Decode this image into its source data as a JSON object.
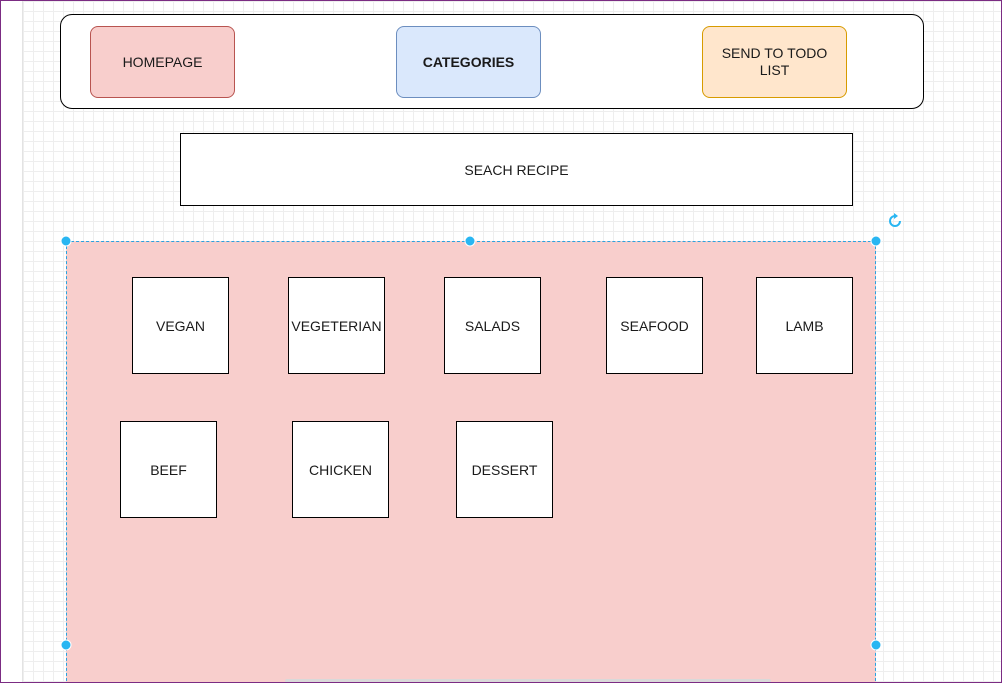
{
  "navbar": {
    "homepage_label": "HOMEPAGE",
    "categories_label": "CATEGORIES",
    "todo_label": "SEND TO TODO LIST"
  },
  "search": {
    "label": "SEACH RECIPE"
  },
  "categories": [
    "VEGAN",
    "VEGETERIAN",
    "SALADS",
    "SEAFOOD",
    "LAMB",
    "BEEF",
    "CHICKEN",
    "DESSERT"
  ],
  "colors": {
    "homepage_fill": "#f8cecc",
    "homepage_stroke": "#b85450",
    "categories_fill": "#dae8fc",
    "categories_stroke": "#6c8ebf",
    "todo_fill": "#ffe6cc",
    "todo_stroke": "#d79b00",
    "panel_fill": "#f8cecc",
    "selection": "#29b6f2"
  },
  "icons": {
    "rotate": "rotate-icon",
    "selection_handle": "selection-handle"
  }
}
